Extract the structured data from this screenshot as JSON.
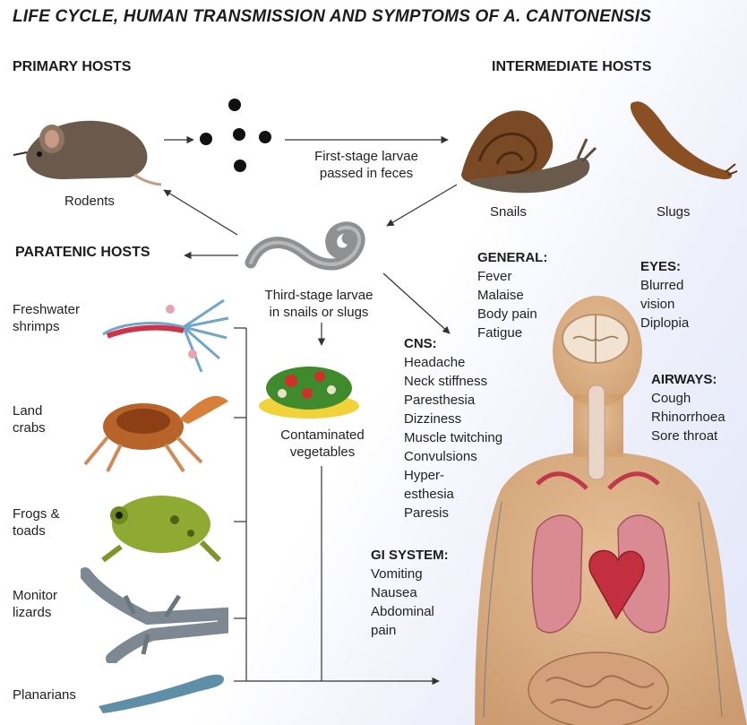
{
  "title": "LIFE CYCLE, HUMAN TRANSMISSION AND SYMPTOMS OF A. CANTONENSIS",
  "headings": {
    "primary_hosts": "PRIMARY HOSTS",
    "intermediate_hosts": "INTERMEDIATE HOSTS",
    "paratenic_hosts": "PARATENIC HOSTS"
  },
  "primary": {
    "rodents": "Rodents"
  },
  "larvae": {
    "first_stage_line1": "First-stage larvae",
    "first_stage_line2": "passed in feces",
    "third_stage_line1": "Third-stage larvae",
    "third_stage_line2": "in snails or slugs"
  },
  "intermediate": {
    "snails": "Snails",
    "slugs": "Slugs"
  },
  "vegetables": {
    "line1": "Contaminated",
    "line2": "vegetables"
  },
  "paratenic": [
    {
      "line1": "Freshwater",
      "line2": "shrimps",
      "icon": "shrimp-illustration"
    },
    {
      "line1": "Land",
      "line2": "crabs",
      "icon": "crab-illustration"
    },
    {
      "line1": "Frogs &",
      "line2": "toads",
      "icon": "frog-illustration"
    },
    {
      "line1": "Monitor",
      "line2": "lizards",
      "icon": "lizard-illustration"
    },
    {
      "line1": "Planarians",
      "line2": "",
      "icon": "planarian-illustration"
    }
  ],
  "symptoms": {
    "general": {
      "heading": "GENERAL:",
      "items": [
        "Fever",
        "Malaise",
        "Body pain",
        "Fatigue"
      ]
    },
    "eyes": {
      "heading": "EYES:",
      "items": [
        "Blurred",
        "vision",
        "Diplopia"
      ]
    },
    "cns": {
      "heading": "CNS:",
      "items": [
        "Headache",
        "Neck stiffness",
        "Paresthesia",
        "Dizziness",
        "Muscle twitching",
        "Convulsions",
        "Hyper-",
        "esthesia",
        "Paresis"
      ]
    },
    "airways": {
      "heading": "AIRWAYS:",
      "items": [
        "Cough",
        "Rhinorrhoea",
        "Sore throat"
      ]
    },
    "gi": {
      "heading": "GI SYSTEM:",
      "items": [
        "Vomiting",
        "Nausea",
        "Abdominal",
        "pain"
      ]
    }
  },
  "colors": {
    "skin": "#d9a877",
    "arrow": "#333333",
    "background_tint": "#e2e6f8",
    "worm": "#8e9092",
    "snail_shell": "#7a4a26",
    "slug": "#8a4f22"
  }
}
